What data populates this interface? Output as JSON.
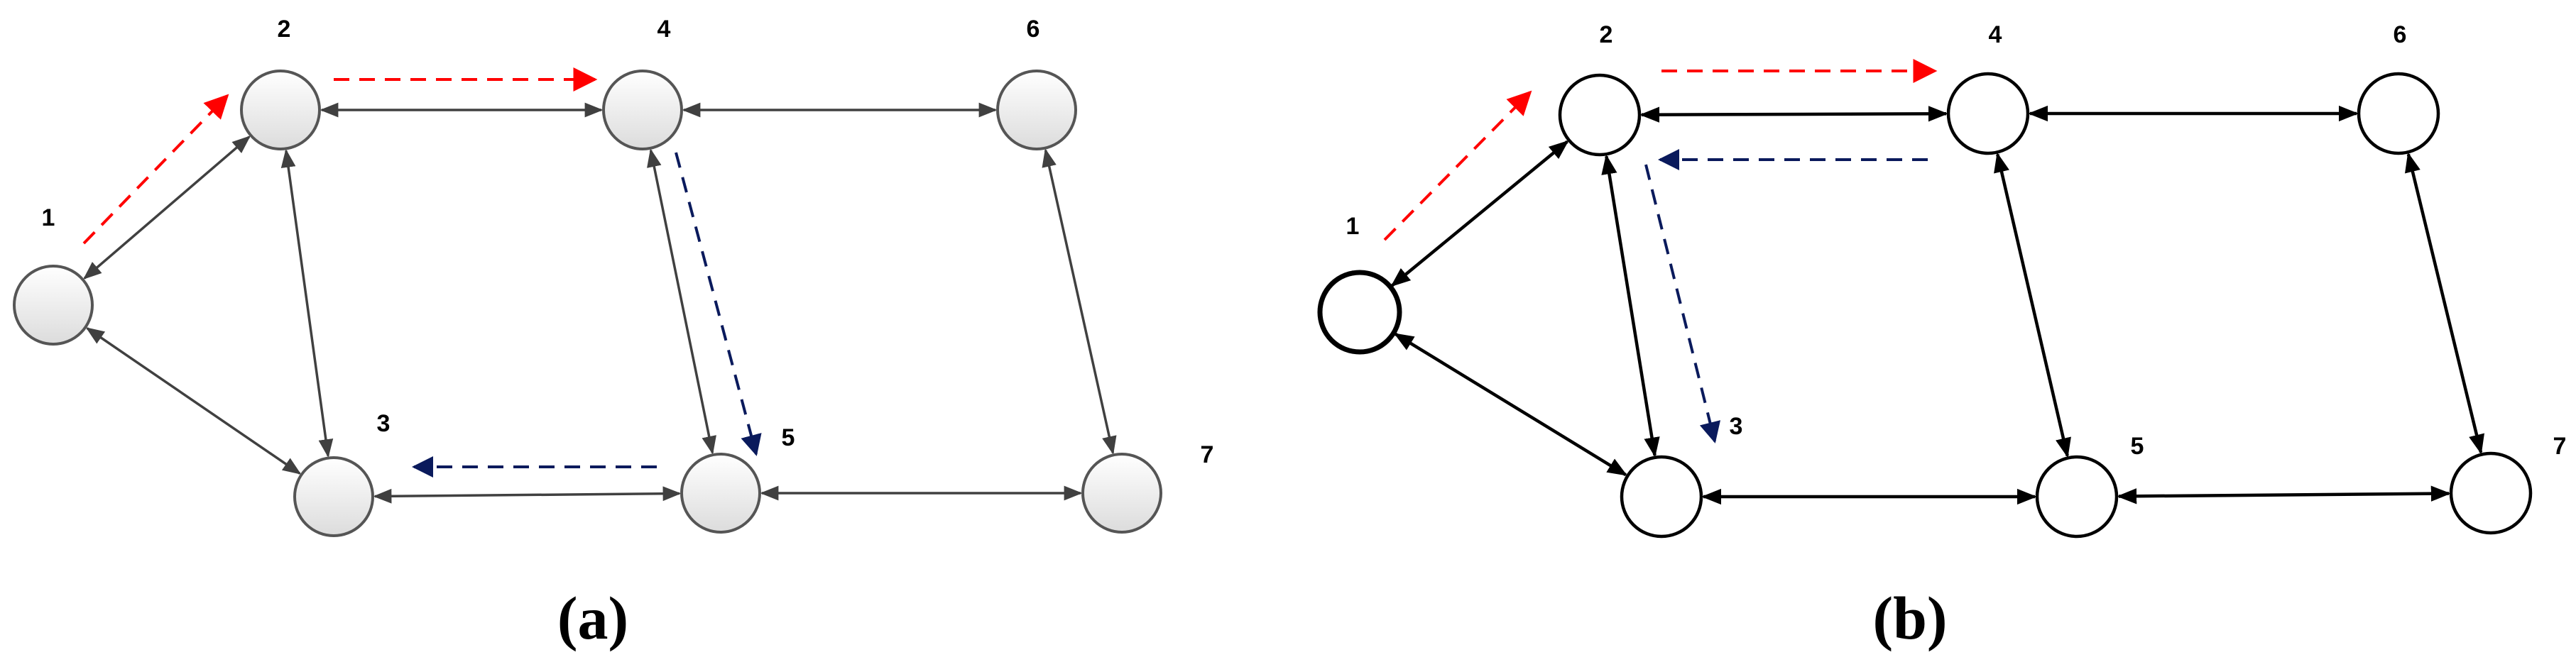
{
  "colors": {
    "node_stroke_a": "#555555",
    "node_stroke_b": "#000000",
    "node_fill_a": "#efefef",
    "node_fill_b": "#ffffff",
    "edge_a": "#404040",
    "edge_b": "#000000",
    "path_red": "#ff0000",
    "path_blue": "#0a1a5c"
  },
  "panels": [
    {
      "id": "a",
      "caption": "(a)",
      "shaded_nodes": true,
      "nodes": [
        {
          "id": "1",
          "label": "1"
        },
        {
          "id": "2",
          "label": "2"
        },
        {
          "id": "3",
          "label": "3"
        },
        {
          "id": "4",
          "label": "4"
        },
        {
          "id": "5",
          "label": "5"
        },
        {
          "id": "6",
          "label": "6"
        },
        {
          "id": "7",
          "label": "7"
        }
      ],
      "edges": [
        [
          "1",
          "2"
        ],
        [
          "1",
          "3"
        ],
        [
          "2",
          "4"
        ],
        [
          "2",
          "3"
        ],
        [
          "3",
          "5"
        ],
        [
          "4",
          "5"
        ],
        [
          "4",
          "6"
        ],
        [
          "5",
          "7"
        ],
        [
          "6",
          "7"
        ]
      ],
      "highlighted_paths": [
        {
          "color": "red",
          "hops": [
            [
              "1",
              "2"
            ],
            [
              "2",
              "4"
            ]
          ]
        },
        {
          "color": "blue",
          "hops": [
            [
              "4",
              "5"
            ],
            [
              "5",
              "3"
            ]
          ]
        }
      ]
    },
    {
      "id": "b",
      "caption": "(b)",
      "shaded_nodes": false,
      "nodes": [
        {
          "id": "1",
          "label": "1"
        },
        {
          "id": "2",
          "label": "2"
        },
        {
          "id": "3",
          "label": "3"
        },
        {
          "id": "4",
          "label": "4"
        },
        {
          "id": "5",
          "label": "5"
        },
        {
          "id": "6",
          "label": "6"
        },
        {
          "id": "7",
          "label": "7"
        }
      ],
      "edges": [
        [
          "1",
          "2"
        ],
        [
          "1",
          "3"
        ],
        [
          "2",
          "4"
        ],
        [
          "2",
          "3"
        ],
        [
          "3",
          "5"
        ],
        [
          "4",
          "5"
        ],
        [
          "4",
          "6"
        ],
        [
          "5",
          "7"
        ],
        [
          "6",
          "7"
        ]
      ],
      "highlighted_paths": [
        {
          "color": "red",
          "hops": [
            [
              "1",
              "2"
            ],
            [
              "2",
              "4"
            ]
          ]
        },
        {
          "color": "blue",
          "hops": [
            [
              "4",
              "2"
            ],
            [
              "2",
              "3"
            ]
          ]
        }
      ]
    }
  ]
}
